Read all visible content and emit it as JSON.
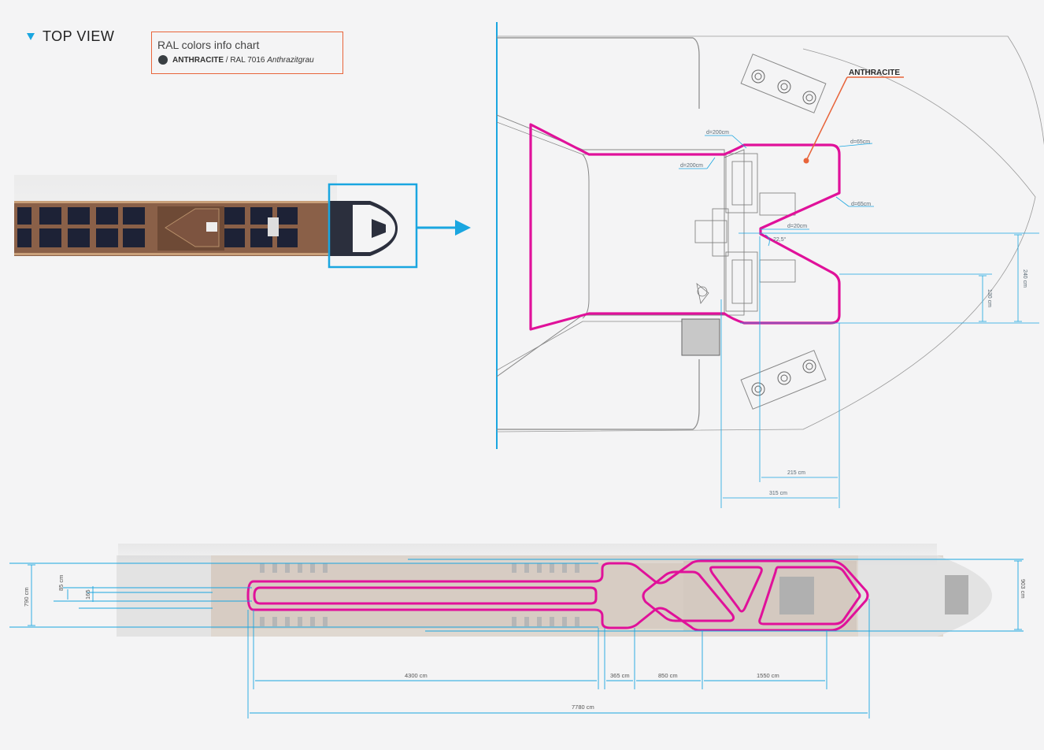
{
  "heading": "TOP VIEW",
  "legend": {
    "title": "RAL colors info chart",
    "color_name": "ANTHRACITE",
    "color_code": " / RAL 7016 ",
    "color_desc": "Anthrazitgrau",
    "color_hex": "#383e42"
  },
  "detail": {
    "callout": "ANTHRACITE",
    "labels": {
      "d200a": "d=200cm",
      "d200b": "d=200cm",
      "d65a": "d=65cm",
      "d65b": "d=65cm",
      "d20": "d=20cm",
      "angle": "22,5°",
      "h240": "240 cm",
      "h130": "130 cm",
      "w215": "215 cm",
      "w315": "315 cm"
    }
  },
  "plan": {
    "labels": {
      "h790": "790 cm",
      "h85": "85 cm",
      "h165": "165",
      "h903": "903 cm",
      "w4300": "4300 cm",
      "w365": "365 cm",
      "w850": "850 cm",
      "w1550": "1550 cm",
      "w7780": "7780 cm"
    }
  },
  "colors": {
    "track": "#e0119a",
    "dimension": "#1aa6e0",
    "callout": "#e8643a"
  }
}
